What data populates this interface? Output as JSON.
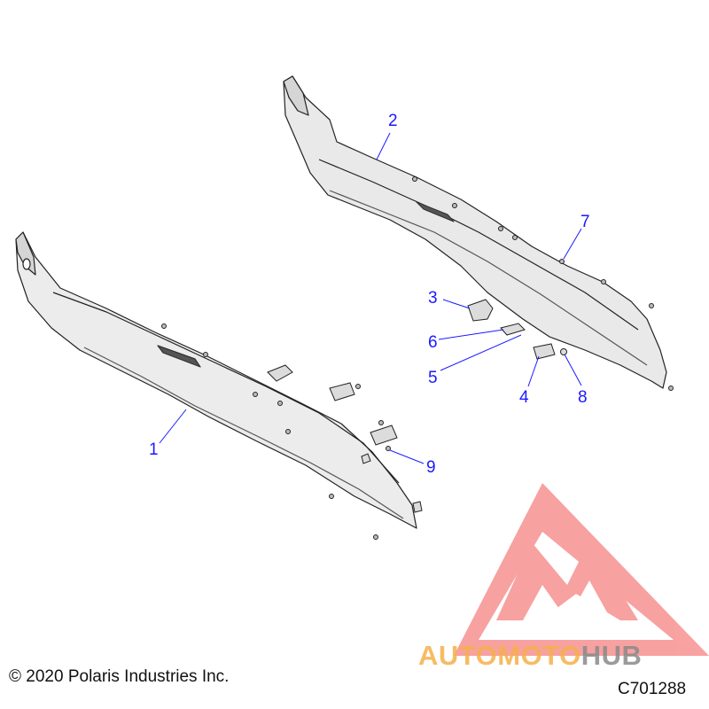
{
  "diagram": {
    "callouts": [
      {
        "id": "1",
        "label": "1"
      },
      {
        "id": "2",
        "label": "2"
      },
      {
        "id": "3",
        "label": "3"
      },
      {
        "id": "4",
        "label": "4"
      },
      {
        "id": "5",
        "label": "5"
      },
      {
        "id": "6",
        "label": "6"
      },
      {
        "id": "7",
        "label": "7"
      },
      {
        "id": "8",
        "label": "8"
      },
      {
        "id": "9",
        "label": "9"
      }
    ],
    "callout_color": "#1a1aff"
  },
  "watermark": {
    "brand_part1": "AUTOMOTO",
    "brand_part2": "HUB",
    "color_part1": "#f6b04a",
    "color_part2": "#8a8a8a",
    "logo_color": "#ee2222"
  },
  "footer": {
    "copyright": "© 2020 Polaris Industries Inc.",
    "figure_id": "C701288"
  }
}
